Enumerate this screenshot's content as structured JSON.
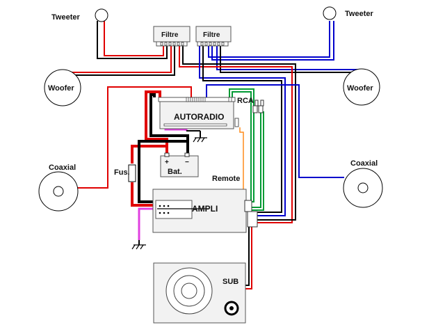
{
  "labels": {
    "tweeter_left": "Tweeter",
    "tweeter_right": "Tweeter",
    "filtre_left": "Filtre",
    "filtre_right": "Filtre",
    "woofer_left": "Woofer",
    "woofer_right": "Woofer",
    "rca": "RCA",
    "autoradio": "AUTORADIO",
    "coaxial_left": "Coaxial",
    "coaxial_right": "Coaxial",
    "fuse": "Fus.",
    "battery": "Bat.",
    "battery_plus": "+",
    "battery_minus": "−",
    "remote": "Remote",
    "ampli": "AMPLI",
    "sub": "SUB"
  },
  "colors": {
    "background": "#ffffff",
    "power": "#e00000",
    "ground": "#000000",
    "left_channel": "#e00000",
    "right_channel": "#0000cc",
    "rca_cable": "#009933",
    "remote_wire": "#ff8c1a",
    "ground_alt": "#e040e0",
    "component_fill": "#f2f2f2",
    "component_stroke": "#555555"
  }
}
